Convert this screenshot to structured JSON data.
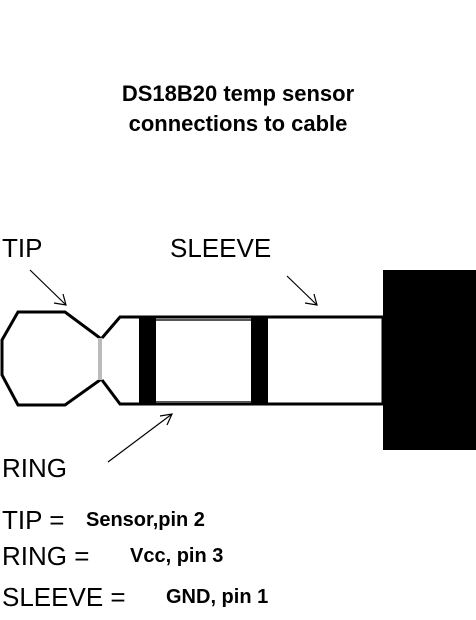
{
  "title": {
    "line1": "DS18B20 temp sensor",
    "line2": "connections to cable"
  },
  "labels": {
    "tip": "TIP",
    "sleeve": "SLEEVE",
    "ring": "RING"
  },
  "legend": [
    {
      "key": "TIP =",
      "value": "Sensor,pin 2"
    },
    {
      "key": "RING =",
      "value": "Vcc, pin 3"
    },
    {
      "key": "SLEEVE =",
      "value": "GND, pin 1"
    }
  ]
}
